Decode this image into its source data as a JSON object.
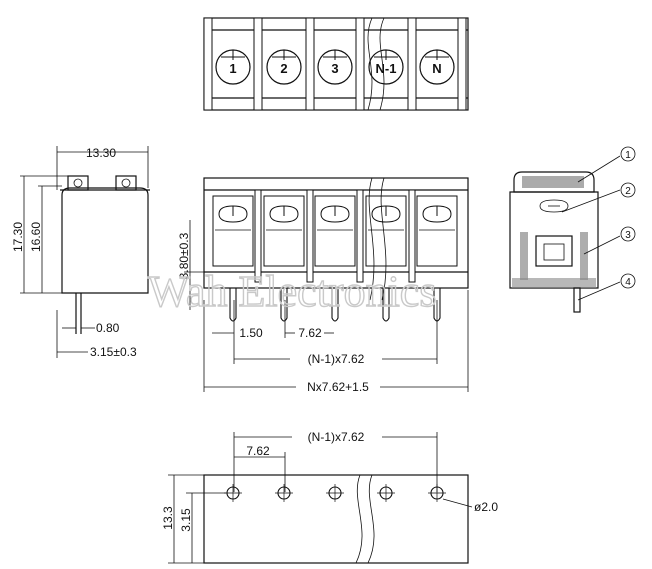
{
  "top_view": {
    "positions": [
      "1",
      "2",
      "3",
      "N-1",
      "N"
    ]
  },
  "side_view": {
    "width_label": "13.30",
    "height_label": "17.30",
    "body_height_label": "16.60",
    "pin_label": "0.80",
    "offset_label": "3.15±0.3"
  },
  "front_view": {
    "pin_length_label": "3.80±0.3",
    "edge_label": "1.50",
    "pitch_label": "7.62",
    "span_label": "(N-1)x7.62",
    "total_label": "Nx7.62+1.5"
  },
  "callouts": [
    "1",
    "2",
    "3",
    "4"
  ],
  "pcb_view": {
    "span_label": "(N-1)x7.62",
    "pitch_label": "7.62",
    "depth_label": "13.3",
    "row_offset_label": "3.15",
    "hole_label": "ø2.0"
  },
  "watermark": "Wah Electronics"
}
